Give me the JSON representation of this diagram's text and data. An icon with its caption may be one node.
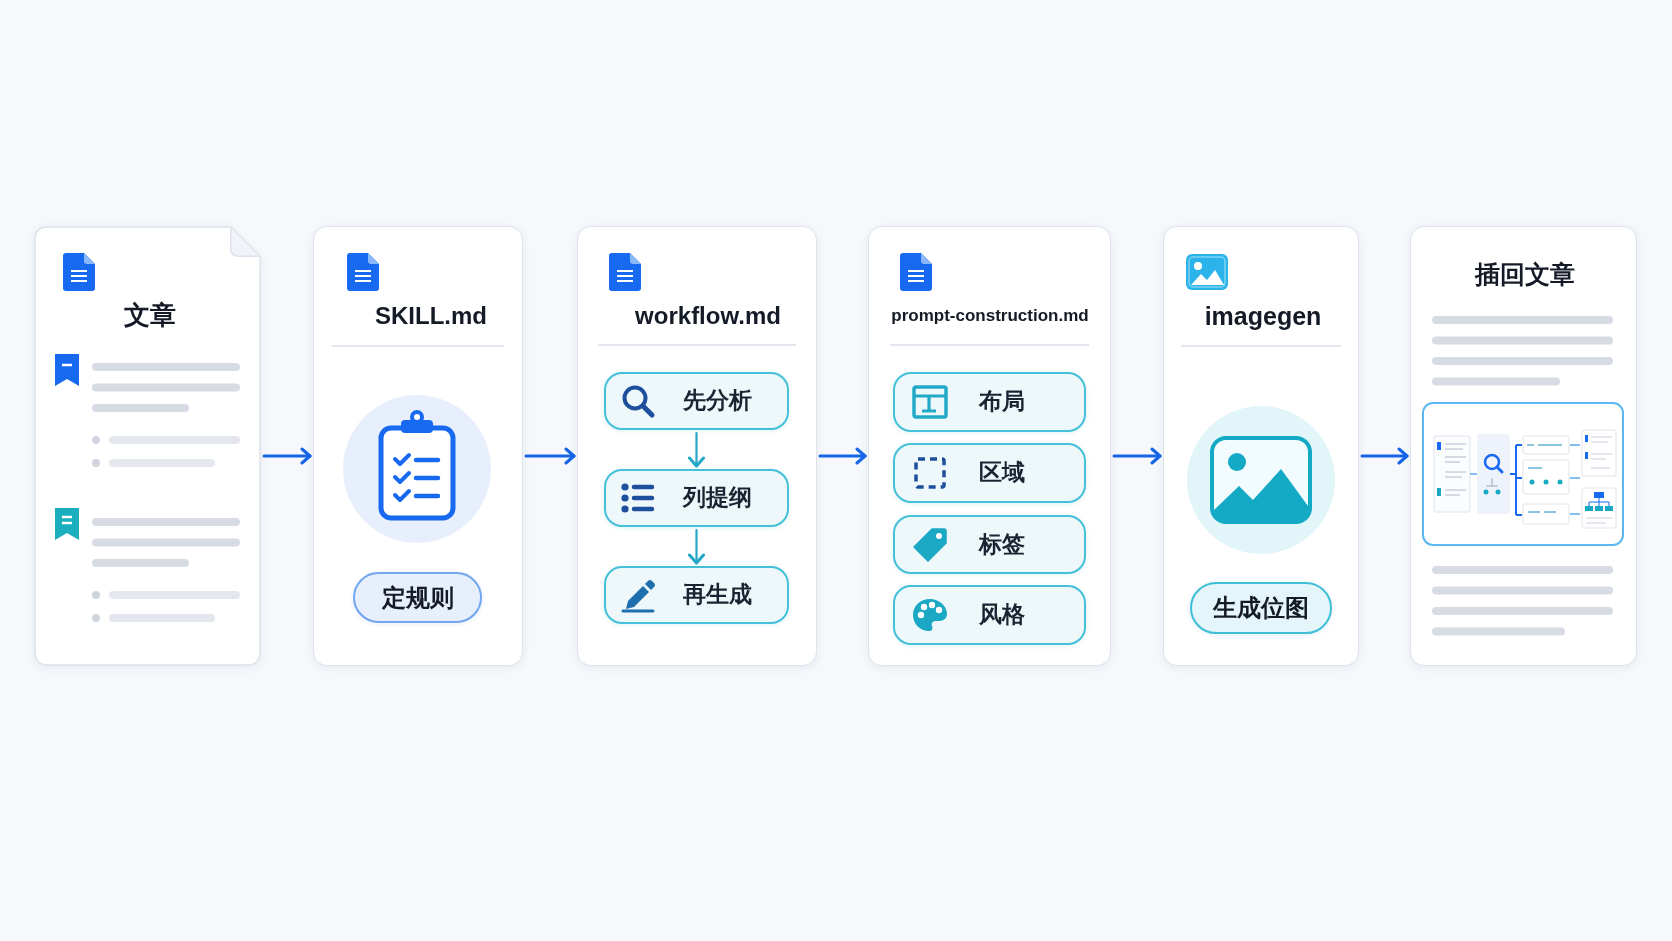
{
  "diagram": {
    "nodes": [
      {
        "text": [
          "文章"
        ]
      },
      {
        "text": [
          "SKILL.md"
        ]
      },
      {
        "text": [
          "定规则"
        ],
        "in": 1
      },
      {
        "text": [
          "workflow.md"
        ]
      },
      {
        "text": [
          "先分析"
        ],
        "in": 3
      },
      {
        "text": [
          "列提纲"
        ],
        "in": 3
      },
      {
        "text": [
          "再生成"
        ],
        "in": 3
      },
      {
        "text": [
          "prompt-construction.md"
        ]
      },
      {
        "text": [
          "布局"
        ],
        "in": 7
      },
      {
        "text": [
          "区域"
        ],
        "in": 7
      },
      {
        "text": [
          "标签"
        ],
        "in": 7
      },
      {
        "text": [
          "风格"
        ],
        "in": 7
      },
      {
        "text": [
          "imagegen"
        ]
      },
      {
        "text": [
          "生成位图"
        ],
        "in": 12
      },
      {
        "text": [
          "插回文章"
        ]
      }
    ],
    "edges": [
      {
        "from": 0,
        "to": 1,
        "arrow": "to"
      },
      {
        "from": 1,
        "to": 3,
        "arrow": "to"
      },
      {
        "from": 3,
        "to": 7,
        "arrow": "to"
      },
      {
        "from": 7,
        "to": 12,
        "arrow": "to"
      },
      {
        "from": 12,
        "to": 14,
        "arrow": "to"
      },
      {
        "from": 4,
        "to": 5,
        "arrow": "to",
        "color": "#22a8c6"
      },
      {
        "from": 5,
        "to": 6,
        "arrow": "to",
        "color": "#22a8c6"
      }
    ]
  }
}
